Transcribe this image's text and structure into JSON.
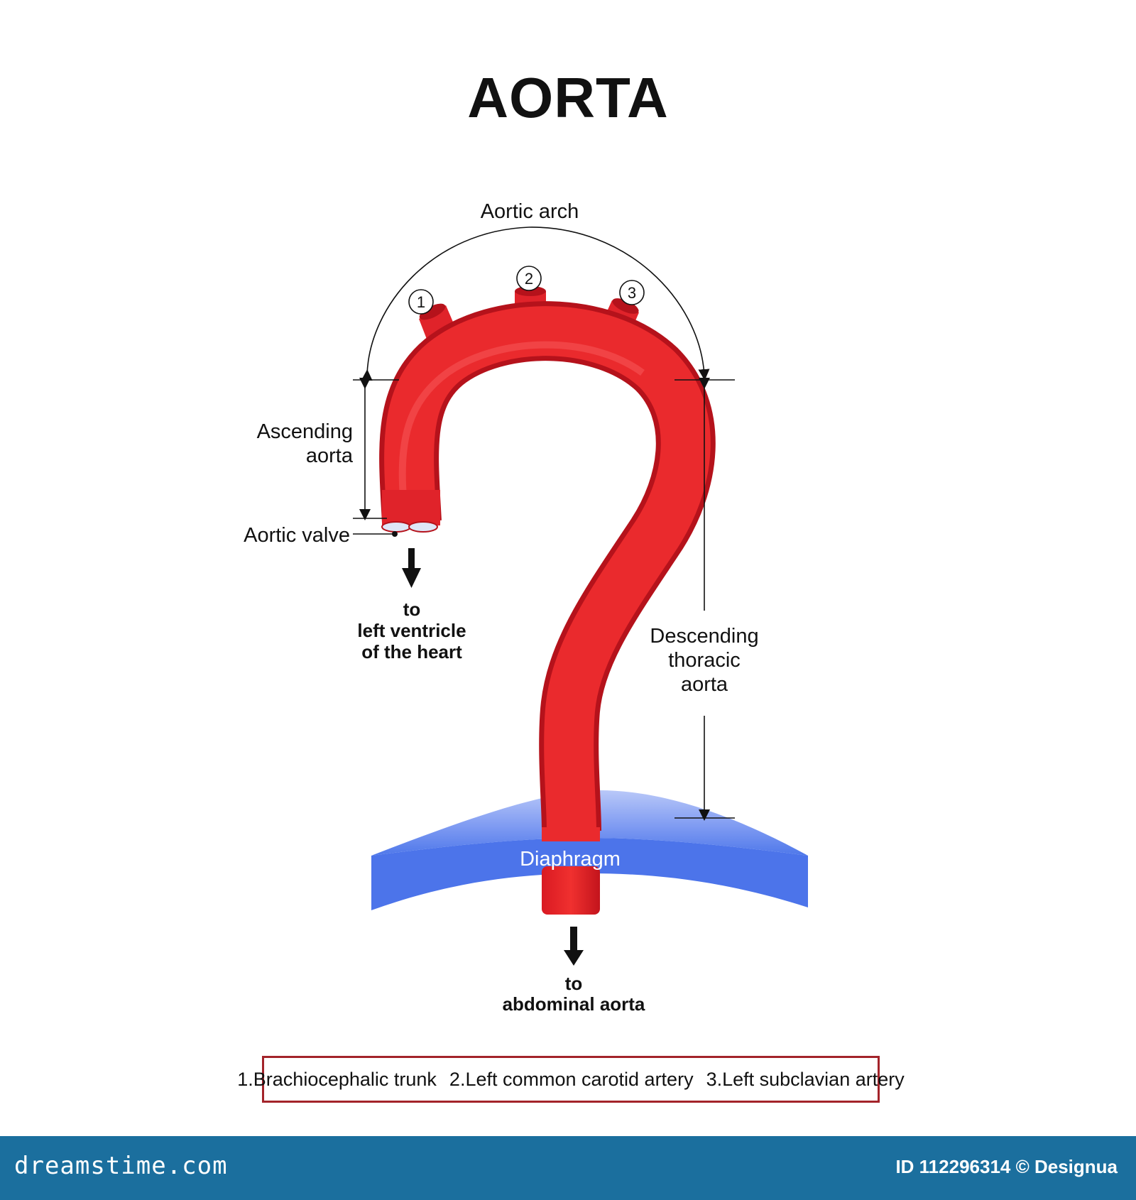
{
  "title": "AORTA",
  "labels": {
    "aortic_arch": "Aortic arch",
    "ascending_aorta": [
      "Ascending",
      "aorta"
    ],
    "aortic_valve": "Aortic valve",
    "descending_thoracic_aorta": [
      "Descending",
      "thoracic",
      "aorta"
    ],
    "diaphragm": "Diaphragm",
    "to_left_ventricle": [
      "to",
      "left ventricle",
      "of the heart"
    ],
    "to_abdominal_aorta": [
      "to",
      "abdominal aorta"
    ]
  },
  "branch_markers": [
    "1",
    "2",
    "3"
  ],
  "legend": [
    "1.Brachiocephalic trunk",
    "2.Left common carotid artery",
    "3.Left subclavian artery"
  ],
  "footer": {
    "brand": "dreamstime.com",
    "credit": "ID 112296314 © Designua"
  },
  "colors": {
    "aorta": "#e8262a",
    "aorta_shadow": "#b5121b",
    "diaphragm": "#4f78ea",
    "diaphragm_light": "#8fa8f5",
    "legend_border": "#a3232a",
    "footer_bar": "#1b6f9e"
  }
}
